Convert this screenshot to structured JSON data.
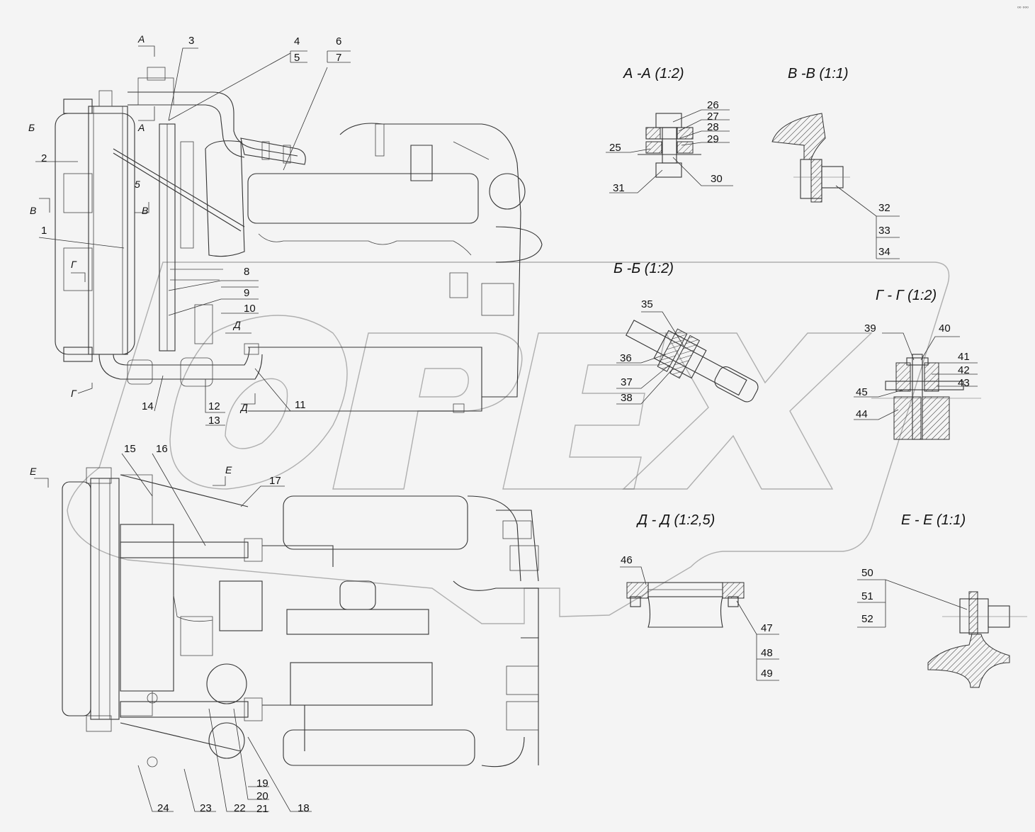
{
  "corner_mark": "⁰⁰ ⁰⁰⁰",
  "watermark": "OPEX",
  "sections": [
    {
      "id": "aa",
      "label": "А -А (1:2)"
    },
    {
      "id": "vv",
      "label": "В -В (1:1)"
    },
    {
      "id": "bb",
      "label": "Б -Б (1:2)"
    },
    {
      "id": "gg",
      "label": "Г - Г (1:2)"
    },
    {
      "id": "dd",
      "label": "Д - Д (1:2,5)"
    },
    {
      "id": "ee",
      "label": "Е - Е (1:1)"
    }
  ],
  "cut_marks": [
    "А",
    "А",
    "Б",
    "5",
    "В",
    "В",
    "Г",
    "Г",
    "Д",
    "Д",
    "Е",
    "Е"
  ],
  "positions": [
    "1",
    "2",
    "3",
    "4",
    "5",
    "6",
    "7",
    "8",
    "9",
    "10",
    "11",
    "12",
    "13",
    "14",
    "15",
    "16",
    "17",
    "18",
    "19",
    "20",
    "21",
    "22",
    "23",
    "24",
    "25",
    "26",
    "27",
    "28",
    "29",
    "30",
    "31",
    "32",
    "33",
    "34",
    "35",
    "36",
    "37",
    "38",
    "39",
    "40",
    "41",
    "42",
    "43",
    "44",
    "45",
    "46",
    "47",
    "48",
    "49",
    "50",
    "51",
    "52"
  ]
}
